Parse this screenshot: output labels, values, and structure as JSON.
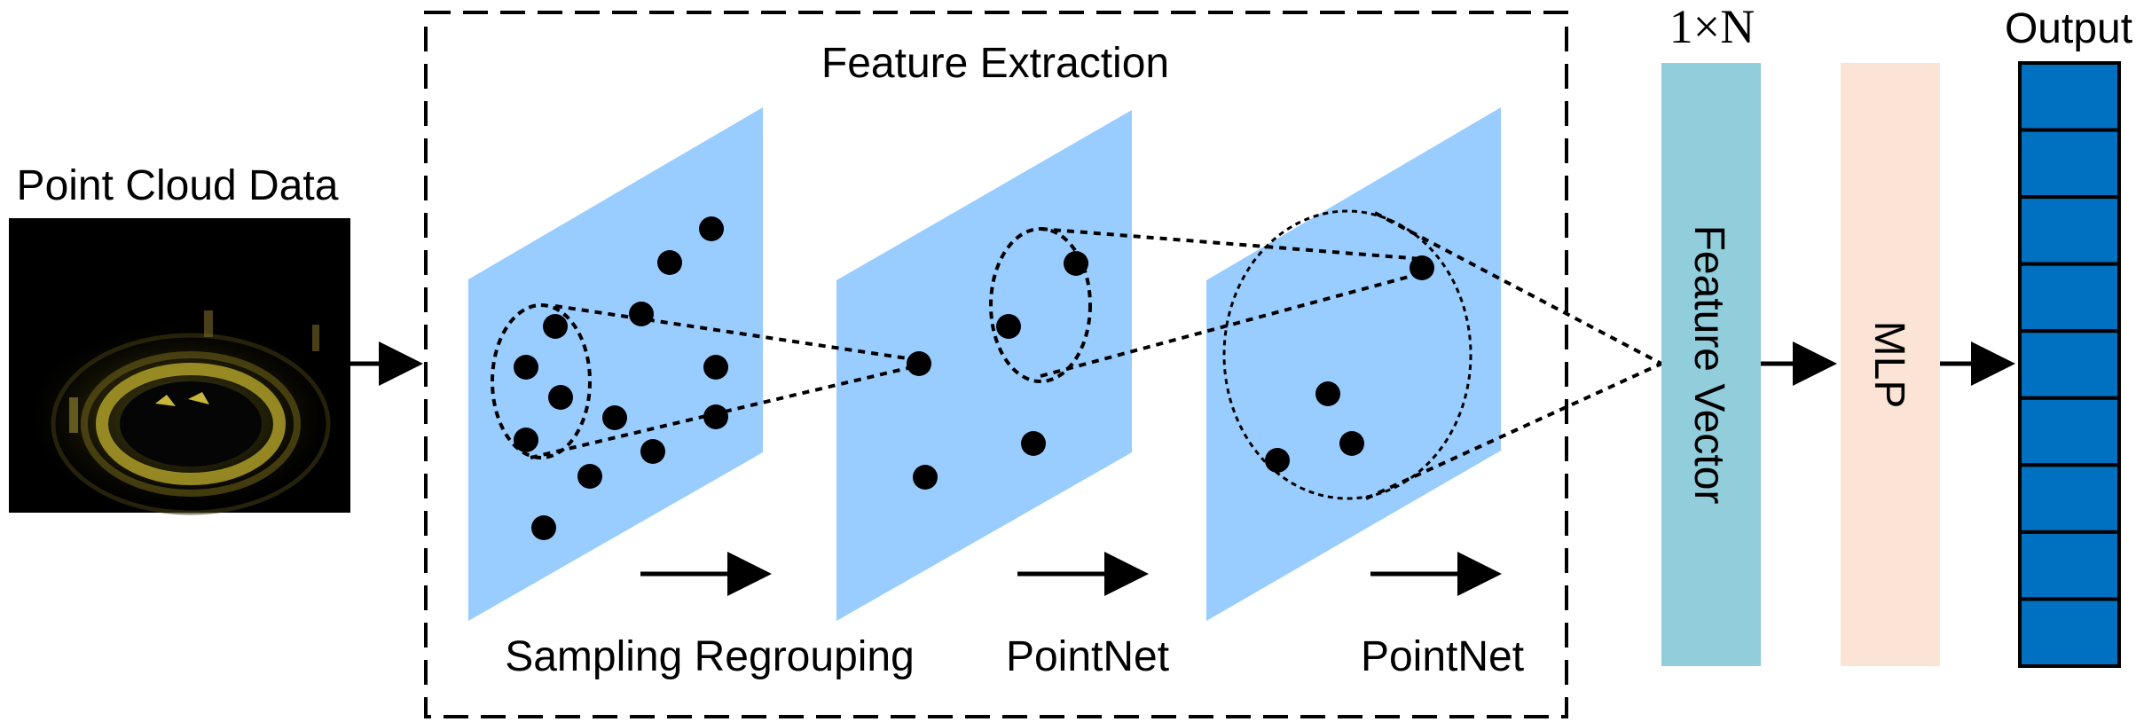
{
  "input": {
    "label": "Point Cloud Data"
  },
  "feature_extraction": {
    "title": "Feature Extraction",
    "stage_labels": [
      "Sampling Regrouping",
      "PointNet",
      "PointNet"
    ]
  },
  "feature_vector": {
    "dimension_label": "1×N",
    "label": "Feature Vector"
  },
  "mlp": {
    "label": "MLP"
  },
  "output": {
    "label": "Output",
    "cell_count": 9
  },
  "colors": {
    "plane": "#99ccff",
    "feature_vector": "#92cddc",
    "mlp": "#fbe4d5",
    "output_cell": "#0070c0",
    "point": "#000000"
  }
}
